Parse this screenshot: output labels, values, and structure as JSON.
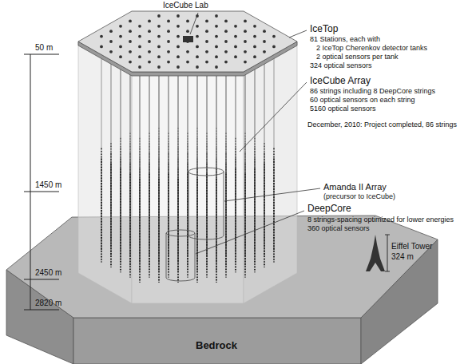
{
  "diagram": {
    "labels": [
      "IceCube Lab",
      "IceTop",
      "81 Stations, each with",
      "2 IceTop Cherenkov detector tanks",
      "2 optical sensors per tank",
      "324 optical sensors",
      "IceCube Array",
      "86 strings including 8 DeepCore strings",
      "60 optical sensors on each string",
      "5160 optical sensors",
      "December, 2010: Project completed, 86 strings",
      "Amanda II Array",
      "(precursor to IceCube)",
      "DeepCore",
      "8 strings-spacing optimized for lower energies",
      "360 optical sensors",
      "Eiffel Tower",
      "324 m",
      "50 m",
      "1450 m",
      "2450 m",
      "2820 m",
      "Bedrock"
    ]
  }
}
